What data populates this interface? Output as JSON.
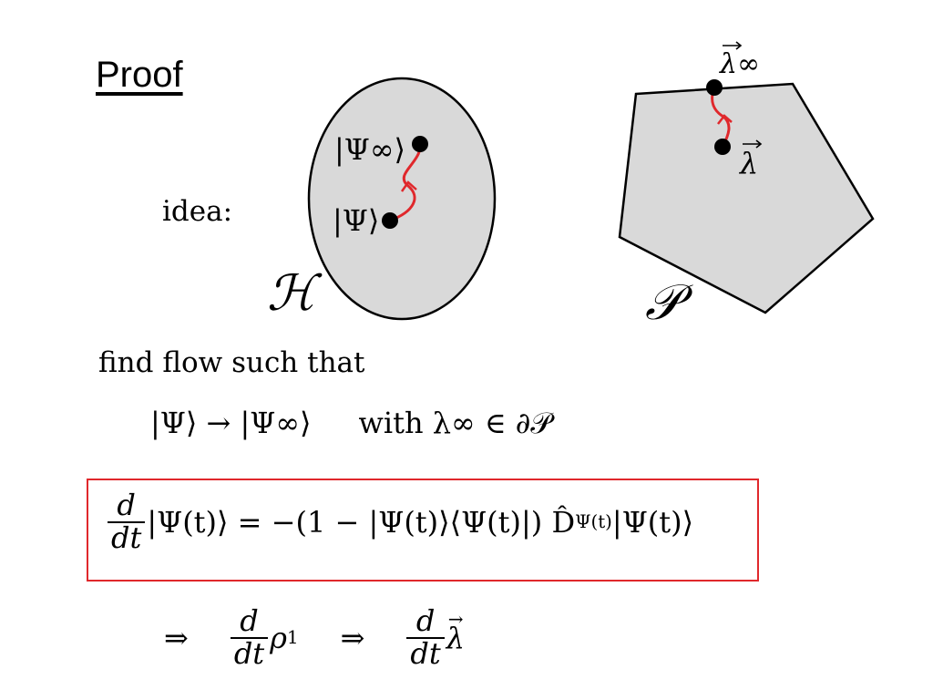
{
  "slide": {
    "title": "Proof",
    "idea_label": "idea:",
    "hilbert_space": {
      "label": "ℋ",
      "state_start": "|Ψ⟩",
      "state_end": "|Ψ∞⟩"
    },
    "polytope": {
      "label": "𝒫",
      "point_start": "λ",
      "point_end": "λ∞"
    },
    "find_text": "find flow such that",
    "flow_statement": {
      "left": "|Ψ⟩ → |Ψ∞⟩",
      "right": "with λ∞ ∈ ∂𝒫"
    },
    "boxed_equation": {
      "fraction_num": "d",
      "fraction_den": "dt",
      "body": "|Ψ(t)⟩ = −(1 − |Ψ(t)⟩⟨Ψ(t)|) D̂",
      "subscript": "Ψ(t)",
      "tail": "|Ψ(t)⟩"
    },
    "consequence": {
      "arrow": "⇒",
      "rho": "ρ",
      "rho_sub": "1",
      "lambda": "λ"
    },
    "colors": {
      "accent": "#e0282c",
      "fill": "#d9d9d9",
      "stroke": "#000000"
    }
  }
}
